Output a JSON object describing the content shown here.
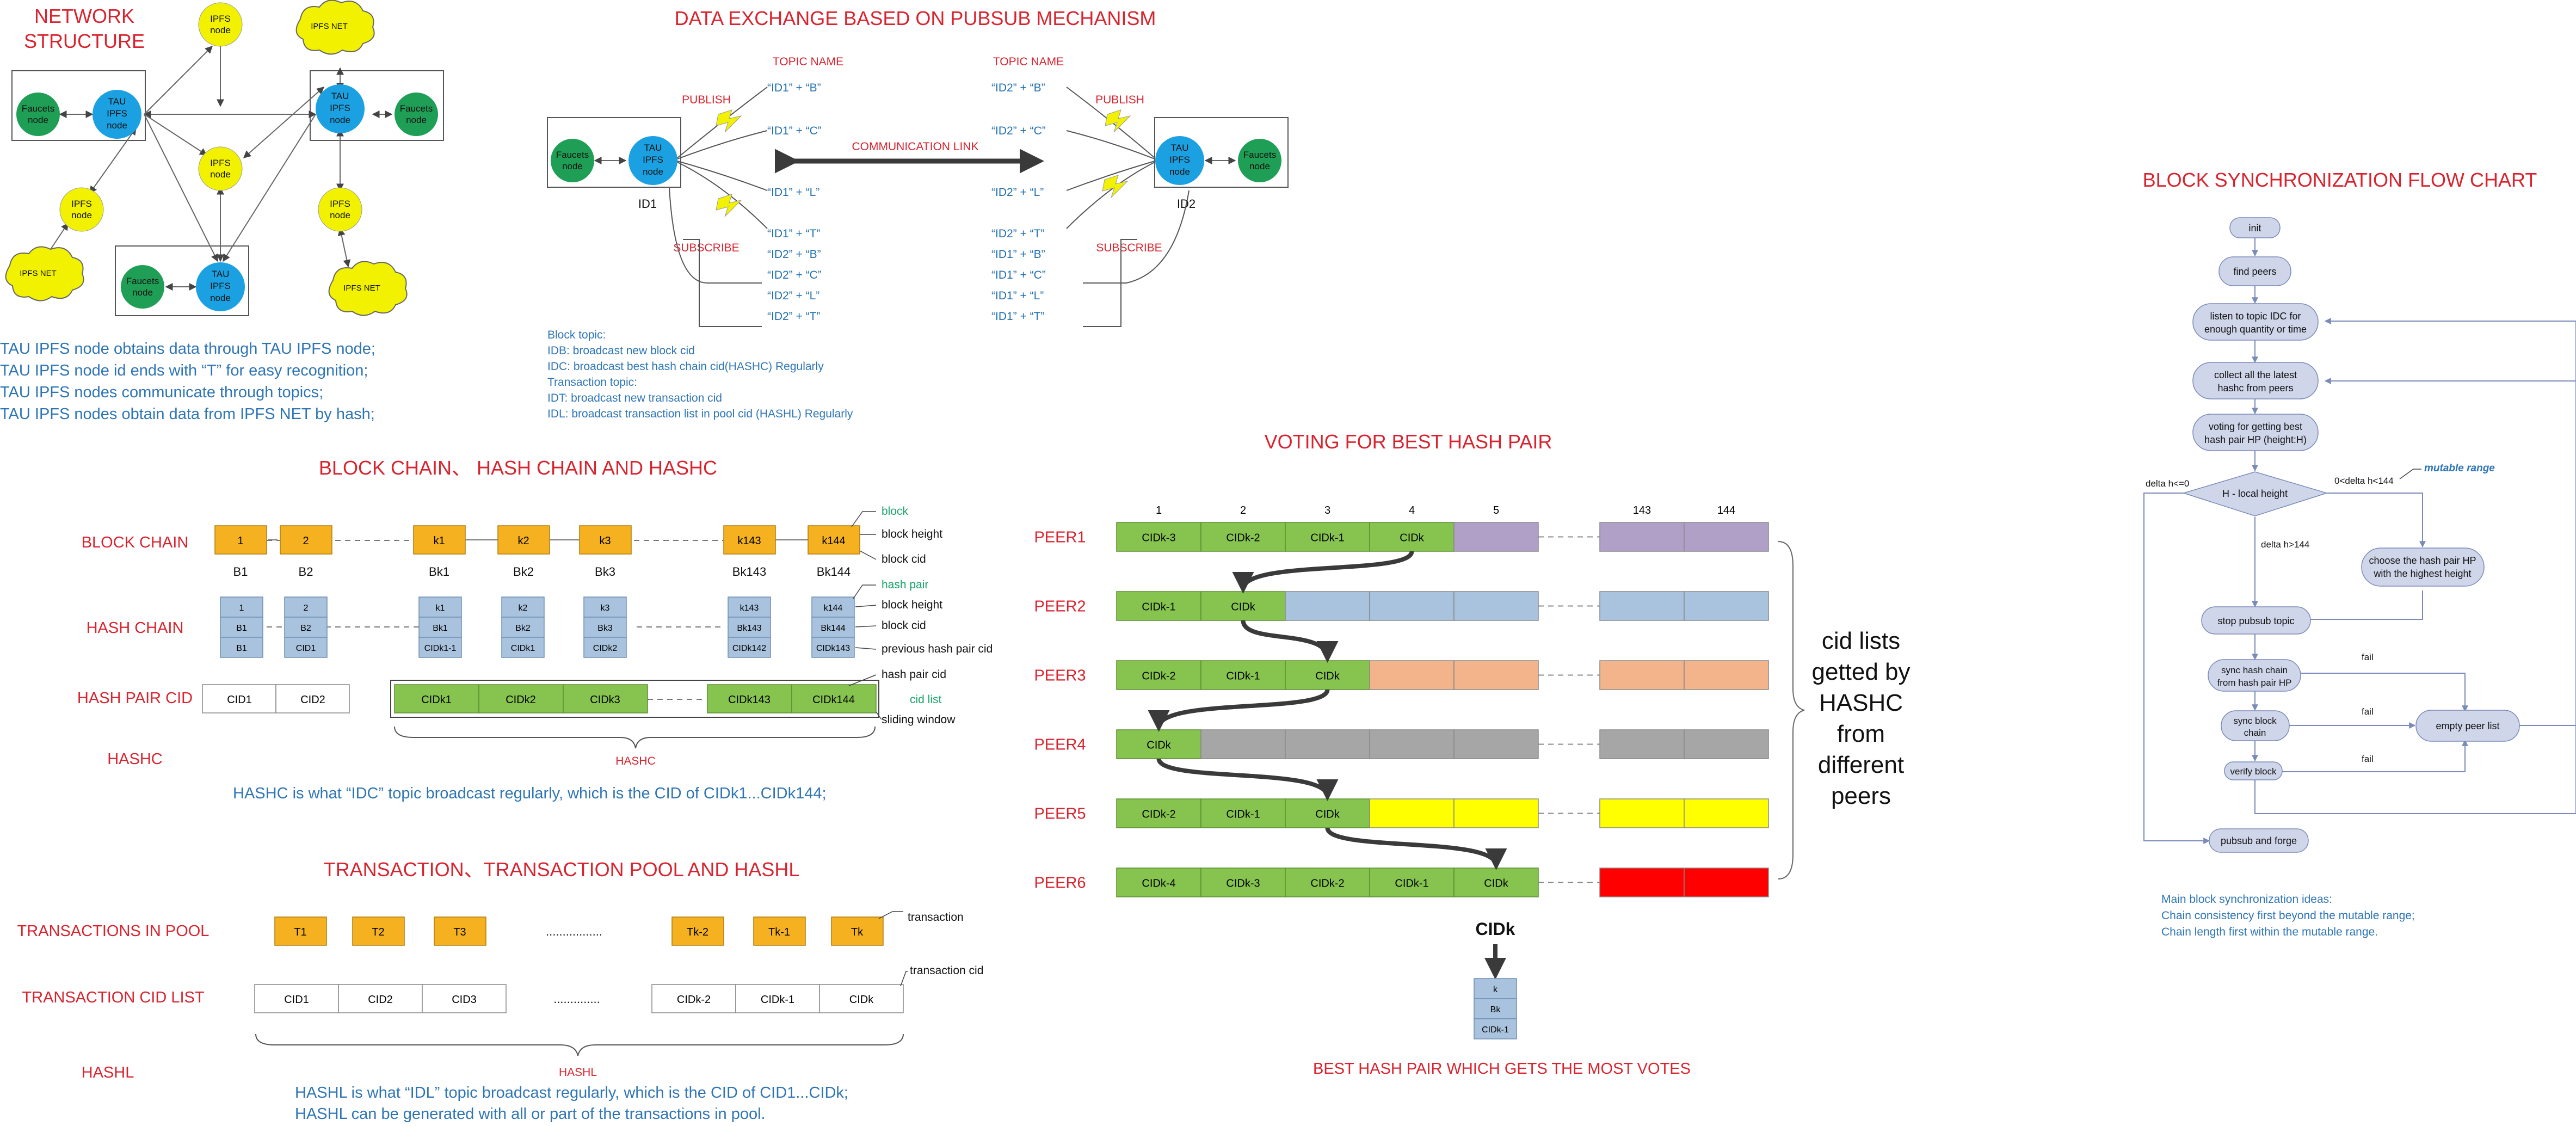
{
  "network": {
    "title_line1": "NETWORK",
    "title_line2": "STRUCTURE",
    "tau_label_lines": [
      "TAU",
      "IPFS",
      "node"
    ],
    "faucet_label_lines": [
      "Faucets",
      "node"
    ],
    "ipfs_label_lines": [
      "IPFS",
      "node"
    ],
    "ipfs_net_label": "IPFS NET",
    "notes": [
      "TAU IPFS  node obtains data through TAU IPFS node;",
      "TAU IPFS node id ends with “T”  for easy recognition;",
      "TAU IPFS nodes communicate through topics;",
      "TAU IPFS nodes obtain data from IPFS NET by hash;"
    ]
  },
  "pubsub": {
    "title": "DATA EXCHANGE BASED ON PUBSUB MECHANISM",
    "topic_name": "TOPIC NAME",
    "publish": "PUBLISH",
    "subscribe": "SUBSCRIBE",
    "communication_link": "COMMUNICATION LINK",
    "id1": "ID1",
    "id2": "ID2",
    "left_topics": [
      "“ID1” + “B”",
      "“ID1” + “C”",
      "“ID1” + “L”",
      "“ID1” + “T”",
      "“ID2” + “B”",
      "“ID2” + “C”",
      "“ID2” + “L”",
      "“ID2” + “T”"
    ],
    "right_topics": [
      "“ID2” + “B”",
      "“ID2” + “C”",
      "“ID2” + “L”",
      "“ID2” + “T”",
      "“ID1” + “B”",
      "“ID1” + “C”",
      "“ID1” + “L”",
      "“ID1” + “T”"
    ],
    "notes": [
      "Block topic:",
      "IDB: broadcast new block cid",
      "IDC: broadcast best hash chain cid(HASHC) Regularly",
      "Transaction topic:",
      "IDT: broadcast new transaction cid",
      "IDL: broadcast transaction list in pool cid (HASHL) Regularly"
    ]
  },
  "chain": {
    "title": "BLOCK CHAIN、 HASH CHAIN AND HASHC",
    "row_labels": {
      "block_chain": "BLOCK CHAIN",
      "hash_chain": "HASH CHAIN",
      "hash_pair_cid": "HASH PAIR CID",
      "hashc": "HASHC"
    },
    "blocks": [
      "1",
      "2",
      "k1",
      "k2",
      "k3",
      "k143",
      "k144"
    ],
    "block_names": [
      "B1",
      "B2",
      "Bk1",
      "Bk2",
      "Bk3",
      "Bk143",
      "Bk144"
    ],
    "hash_cells": [
      [
        "1",
        "B1",
        "B1"
      ],
      [
        "2",
        "B2",
        "CID1"
      ],
      [
        "k1",
        "Bk1",
        "CIDk1-1"
      ],
      [
        "k2",
        "Bk2",
        "CIDk1"
      ],
      [
        "k3",
        "Bk3",
        "CIDk2"
      ],
      [
        "k143",
        "Bk143",
        "CIDk142"
      ],
      [
        "k144",
        "Bk144",
        "CIDk143"
      ]
    ],
    "pair_cids": [
      "CID1",
      "CID2",
      "CIDk1",
      "CIDk2",
      "CIDk3",
      "CIDk143",
      "CIDk144"
    ],
    "right_labels": {
      "block": "block",
      "block_height": "block height",
      "block_cid": "block cid",
      "hash_pair": "hash pair",
      "block_height2": "block height",
      "block_cid2": "block cid",
      "previous_hash_pair_cid": "previous hash pair cid",
      "hash_pair_cid": "hash pair cid",
      "cid_list": "cid list",
      "sliding_window": "sliding window"
    },
    "hashc_brace_label": "HASHC",
    "note": "HASHC is what  “IDC” topic broadcast regularly, which is the CID of CIDk1...CIDk144;"
  },
  "transaction": {
    "title": "TRANSACTION、TRANSACTION POOL AND HASHL",
    "row_labels": {
      "pool": "TRANSACTIONS IN POOL",
      "cid_list": "TRANSACTION CID LIST",
      "hashl": "HASHL"
    },
    "tx": [
      "T1",
      "T2",
      "T3",
      "Tk-2",
      "Tk-1",
      "Tk"
    ],
    "tx_cids": [
      "CID1",
      "CID2",
      "CID3",
      "CIDk-2",
      "CIDk-1",
      "CIDk"
    ],
    "dots": ".................",
    "dots2": "..............",
    "transaction_label": "transaction",
    "transaction_cid_label": "transaction cid",
    "hashl_brace_label": "HASHL",
    "notes": [
      "HASHL is what  “IDL” topic broadcast regularly, which is the CID of CID1...CIDk;",
      "HASHL can be generated with all or part of the transactions in pool."
    ]
  },
  "voting": {
    "title": "VOTING FOR BEST HASH PAIR",
    "col_headers": [
      "1",
      "2",
      "3",
      "4",
      "5",
      "143",
      "144"
    ],
    "peers": [
      {
        "name": "PEER1",
        "cells": [
          "CIDk-3",
          "CIDk-2",
          "CIDk-1",
          "CIDk"
        ],
        "fill": "#b09fc7"
      },
      {
        "name": "PEER2",
        "cells": [
          "CIDk-1",
          "CIDk"
        ],
        "fill": "#a9c3de"
      },
      {
        "name": "PEER3",
        "cells": [
          "CIDk-2",
          "CIDk-1",
          "CIDk"
        ],
        "fill": "#f3b48c"
      },
      {
        "name": "PEER4",
        "cells": [
          "CIDk"
        ],
        "fill": "#a6a6a6"
      },
      {
        "name": "PEER5",
        "cells": [
          "CIDk-2",
          "CIDk-1",
          "CIDk"
        ],
        "fill": "#ffff00"
      },
      {
        "name": "PEER6",
        "cells": [
          "CIDk-4",
          "CIDk-3",
          "CIDk-2",
          "CIDk-1",
          "CIDk"
        ],
        "fill": "#ff0000"
      }
    ],
    "side_text_lines": [
      "cid lists",
      "getted by",
      "HASHC",
      "from",
      "different",
      "peers"
    ],
    "result_label": "CIDk",
    "result_cells": [
      "k",
      "Bk",
      "CIDk-1"
    ],
    "footer": "BEST HASH PAIR WHICH GETS THE MOST VOTES"
  },
  "flow": {
    "title": "BLOCK SYNCHRONIZATION FLOW CHART",
    "init": "init",
    "find_peers": "find peers",
    "listen_lines": [
      "listen to topic IDC for",
      "enough quantity or time"
    ],
    "collect_lines": [
      "collect all the latest",
      "hashc from peers"
    ],
    "voting_lines": [
      "voting for getting best",
      "hash pair HP (height:H)"
    ],
    "decision": "H - local height",
    "delta_le0": "delta h<=0",
    "delta_mid": "0<delta h<144",
    "mutable_range": "mutable range",
    "delta_gt": "delta h>144",
    "choose_lines": [
      "choose the hash pair HP",
      "with the highest height"
    ],
    "stop": "stop pubsub topic",
    "sync_hash_lines": [
      "sync hash chain",
      "from hash pair HP"
    ],
    "sync_block_lines": [
      "sync block",
      "chain"
    ],
    "verify": "verify block",
    "empty": "empty peer list",
    "fail": "fail",
    "pubsub_forge": "pubsub and forge",
    "notes": [
      "Main block synchronization ideas:",
      "Chain consistency first beyond the mutable range;",
      "Chain length first within the mutable range."
    ]
  },
  "colors": {
    "title_red": "#d9232e",
    "note_blue": "#2e75b6",
    "tau_blue": "#1ba1e2",
    "faucet_green": "#1f9e55",
    "ipfs_yellow": "#f2f200",
    "block_orange": "#f5b120",
    "hash_blue": "#a9c3de",
    "cid_green": "#86c44f",
    "flow_fill": "#cfd6ea"
  }
}
